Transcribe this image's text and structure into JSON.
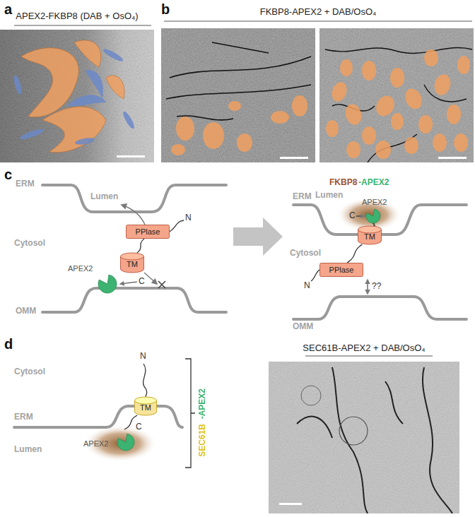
{
  "diagram": {
    "nodes": [
      {
        "text": [
          "PPlase"
        ]
      },
      {
        "text": [
          "TM"
        ]
      },
      {
        "text": [
          "APEX2"
        ]
      },
      {
        "text": [
          "APEX2"
        ]
      },
      {
        "text": [
          "TM"
        ]
      },
      {
        "text": [
          "PPlase"
        ]
      },
      {
        "text": [
          "TM"
        ]
      },
      {
        "text": [
          "APEX2"
        ]
      }
    ],
    "edges": [
      {
        "from": 1,
        "to": 0,
        "arrow": "none"
      },
      {
        "from": 1,
        "to": 2,
        "arrow": "none"
      },
      {
        "from": 4,
        "to": 3,
        "arrow": "none"
      },
      {
        "from": 4,
        "to": 5,
        "arrow": "none"
      },
      {
        "from": 6,
        "to": 7,
        "arrow": "none"
      }
    ],
    "labels": [
      "a",
      "APEX2-FKBP8 (DAB + OsO₄)",
      "b",
      "FKBP8-APEX2 + DAB/OsO₄",
      "c",
      "ERM",
      "Lumen",
      "Cytosol",
      "OMM",
      "N",
      "C",
      "FKBP8",
      "-APEX2",
      "ERM",
      "Lumen",
      "Cytosol",
      "OMM",
      "C",
      "N",
      "??",
      "d",
      "Cytosol",
      "N",
      "ERM",
      "Lumen",
      "C",
      "SEC61B",
      "-APEX2",
      "SEC61B-APEX2 + DAB/OsO₄"
    ]
  }
}
